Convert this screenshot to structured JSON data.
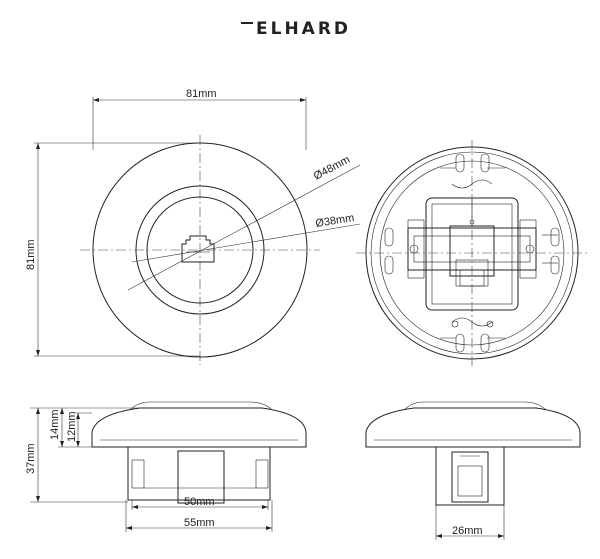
{
  "brand": {
    "name": "ELHARD"
  },
  "dimensions": {
    "top_width": "81mm",
    "left_height": "81mm",
    "outer_diameter": "Ø48mm",
    "inner_diameter": "Ø38mm",
    "total_height": "37mm",
    "height_14": "14mm",
    "height_12": "12mm",
    "width_50": "50mm",
    "width_55": "55mm",
    "width_26": "26mm"
  }
}
